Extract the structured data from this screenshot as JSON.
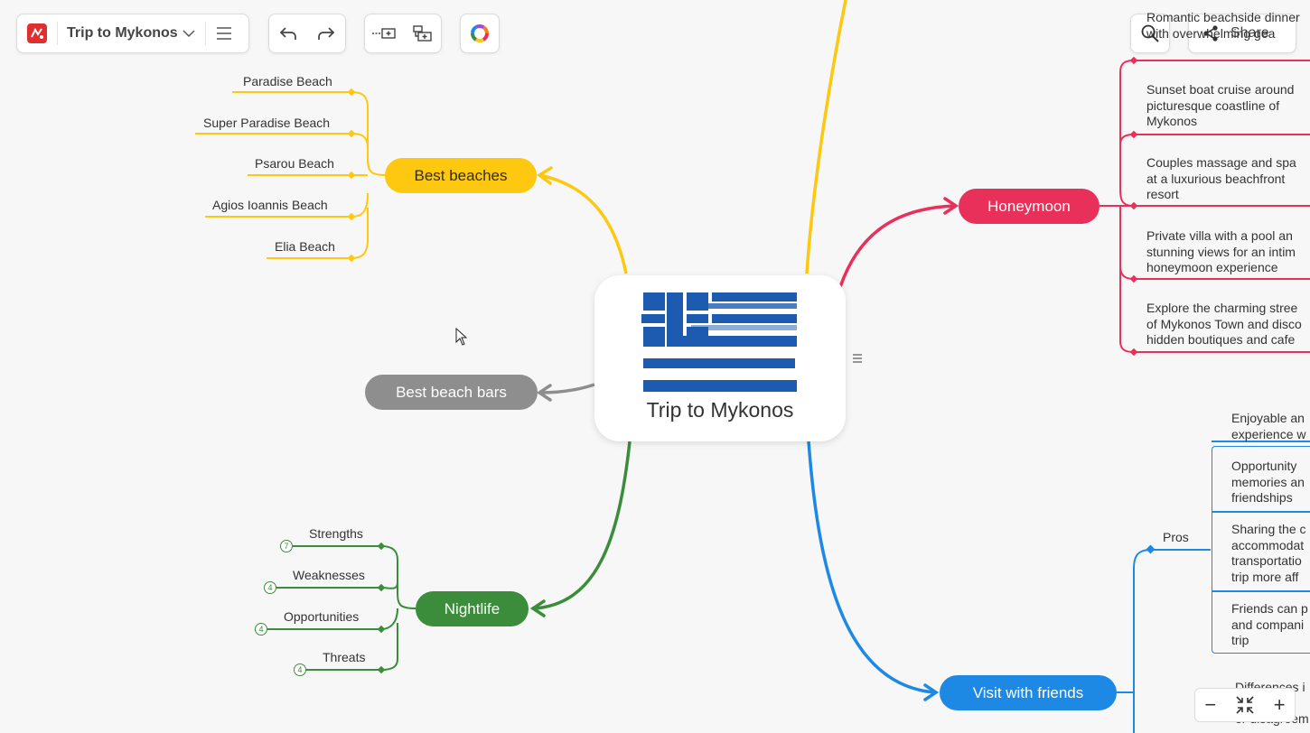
{
  "toolbar": {
    "logo_icon": "mindmap-app-logo-icon",
    "title": "Trip to Mykonos",
    "title_dropdown_icon": "chevron-down-icon",
    "menu_icon": "hamburger-menu-icon",
    "undo_icon": "undo-icon",
    "redo_icon": "redo-icon",
    "add_sibling_icon": "add-sibling-topic-icon",
    "add_child_icon": "add-child-topic-icon",
    "theme_icon": "color-theme-icon",
    "search_icon": "search-icon",
    "share_icon": "share-icon",
    "share_label": "Share"
  },
  "central": {
    "label": "Trip to Mykonos",
    "image": "greek-flag-image",
    "side_menu_icon": "node-menu-icon"
  },
  "branches": {
    "beaches": {
      "label": "Best beaches",
      "color": "#fdc80f",
      "items": [
        "Paradise Beach",
        "Super Paradise Beach",
        "Psarou Beach",
        "Agios Ioannis Beach",
        "Elia Beach"
      ]
    },
    "beach_bars": {
      "label": "Best beach bars",
      "color": "#8e8e8e"
    },
    "nightlife": {
      "label": "Nightlife",
      "color": "#3b8d3b",
      "items": [
        {
          "label": "Strengths",
          "count": "7"
        },
        {
          "label": "Weaknesses",
          "count": "4"
        },
        {
          "label": "Opportunities",
          "count": "4"
        },
        {
          "label": "Threats",
          "count": "4"
        }
      ]
    },
    "honeymoon": {
      "label": "Honeymoon",
      "color": "#e8305a",
      "top_partial": "Romantic beachside dinner\nwith overwhelming gea",
      "items": [
        "Sunset boat cruise around\npicturesque coastline of\nMykonos",
        "Couples massage and spa\nat a luxurious beachfront\nresort",
        "Private villa with a pool an\nstunning views for an intim\nhoneymoon experience",
        "Explore the charming stree\nof Mykonos Town and disco\nhidden boutiques and cafe"
      ]
    },
    "friends": {
      "label": "Visit with friends",
      "color": "#1e88e5",
      "pros_label": "Pros",
      "pros": [
        "Enjoyable an\nexperience w",
        "Opportunity\nmemories an\nfriendships",
        "Sharing the c\naccommodat\ntransportatio\ntrip more aff",
        "Friends can p\nand compani\ntrip"
      ],
      "bottom_partial": "Differences i\nma\nor disagreem"
    }
  },
  "zoom": {
    "zoom_out_label": "−",
    "fit_icon": "fit-to-screen-icon",
    "zoom_in_label": "+"
  },
  "cursor_icon": "mouse-pointer-icon"
}
